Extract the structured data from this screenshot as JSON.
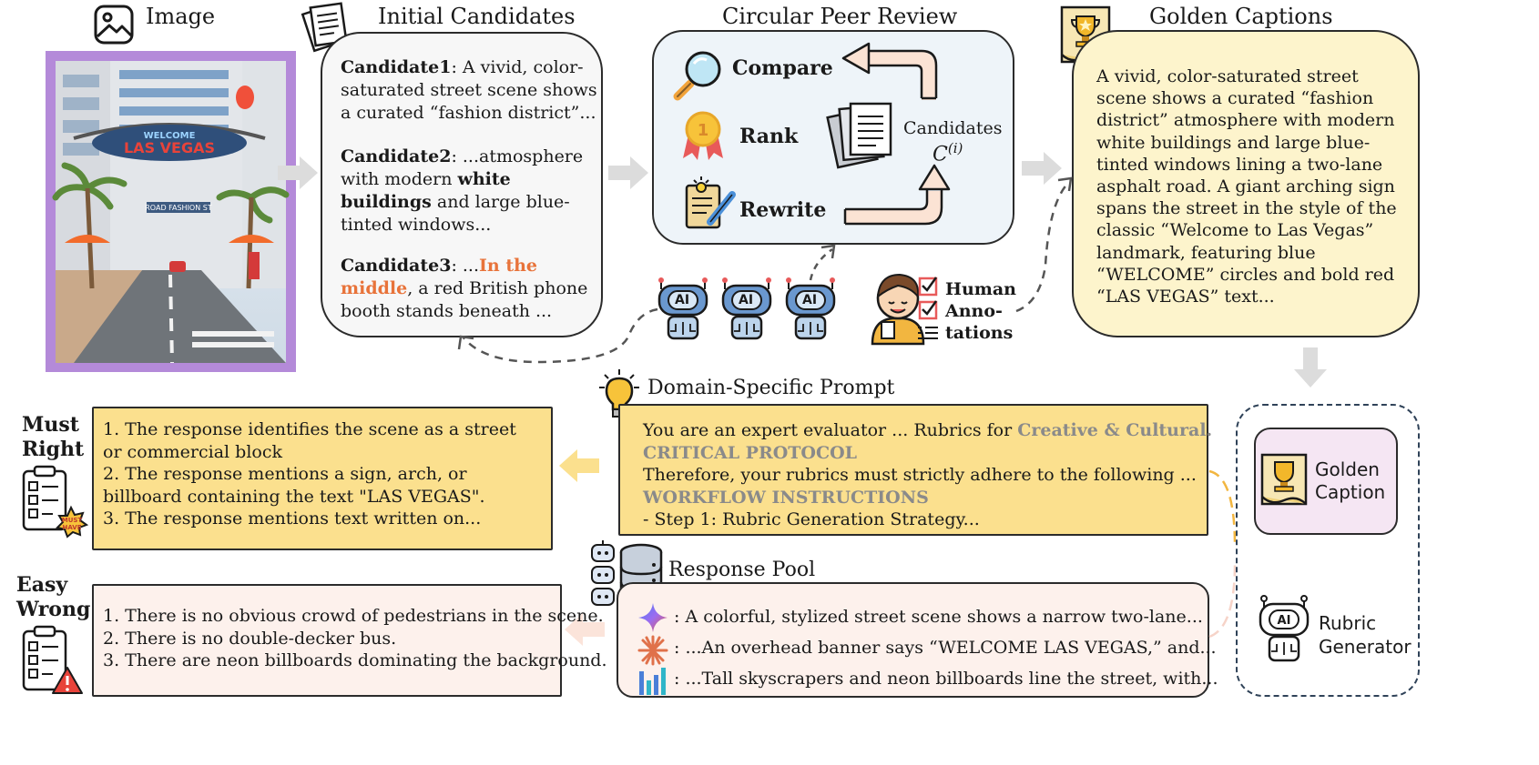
{
  "image_section": {
    "title": "Image",
    "sign_top": "WELCOME",
    "sign_main": "LAS VEGAS",
    "street_sign": "ROAD FASHION ST"
  },
  "candidates": {
    "title": "Initial Candidates",
    "c1_label": "Candidate1",
    "c1_text": ": A vivid, color-saturated street scene shows a curated “fashion district”...",
    "c2_label": "Candidate2",
    "c2_pre": ": ...atmosphere with modern ",
    "c2_bold": "white buildings",
    "c2_post": " and large blue-tinted windows...",
    "c3_label": "Candidate3",
    "c3_pre": ": ...",
    "c3_orange": "In the middle",
    "c3_post": ", a red British phone booth stands beneath ..."
  },
  "review": {
    "title": "Circular Peer Review",
    "compare": "Compare",
    "rank": "Rank",
    "rewrite": "Rewrite",
    "candidates_label": "Candidates",
    "candidates_symbol": "C",
    "candidates_sup": "(i)",
    "medal_number": "1"
  },
  "golden": {
    "title": "Golden Captions",
    "text": "A vivid, color-saturated street scene shows a curated “fashion district” atmosphere with modern white buildings and large blue-tinted windows lining a two-lane asphalt road. A giant arching sign spans the street in the style of the classic “Welcome to Las Vegas” landmark, featuring blue “WELCOME” circles and bold red “LAS VEGAS” text..."
  },
  "agents": {
    "ai_label": "AI",
    "human_line1": "Human",
    "human_line2": "Anno-",
    "human_line3": "tations"
  },
  "prompt": {
    "title": "Domain-Specific Prompt",
    "line1_pre": "You are an expert evaluator ...  Rubrics for ",
    "line1_bold": "Creative & Cultural.",
    "line2": "CRITICAL PROTOCOL",
    "line3": "Therefore, your rubrics must strictly adhere to the following ...",
    "line4": "WORKFLOW INSTRUCTIONS",
    "line5": "- Step 1: Rubric Generation Strategy..."
  },
  "must_right": {
    "label_line1": "Must",
    "label_line2": "Right",
    "badge_line1": "MUST",
    "badge_line2": "HAVE",
    "items": [
      "1. The response identifies the scene as a street or commercial block",
      "2. The response mentions a sign, arch, or billboard containing the text \"LAS VEGAS\".",
      "3. The response mentions text written on..."
    ]
  },
  "easy_wrong": {
    "label_line1": "Easy",
    "label_line2": "Wrong",
    "items": [
      "1. There is no obvious crowd of pedestrians in the scene.",
      "2. There is no double-decker bus.",
      "3. There are neon billboards dominating the background."
    ]
  },
  "pool": {
    "title": "Response Pool",
    "r1": ": A colorful, stylized street scene shows a narrow two-lane...",
    "r2": ": ...An overhead banner says “WELCOME LAS VEGAS,” and...",
    "r3": ": ...Tall skyscrapers and neon billboards line the street, with..."
  },
  "generator": {
    "golden_line1": "Golden",
    "golden_line2": "Caption",
    "rubric_line1": "Rubric",
    "rubric_line2": "Generator"
  }
}
